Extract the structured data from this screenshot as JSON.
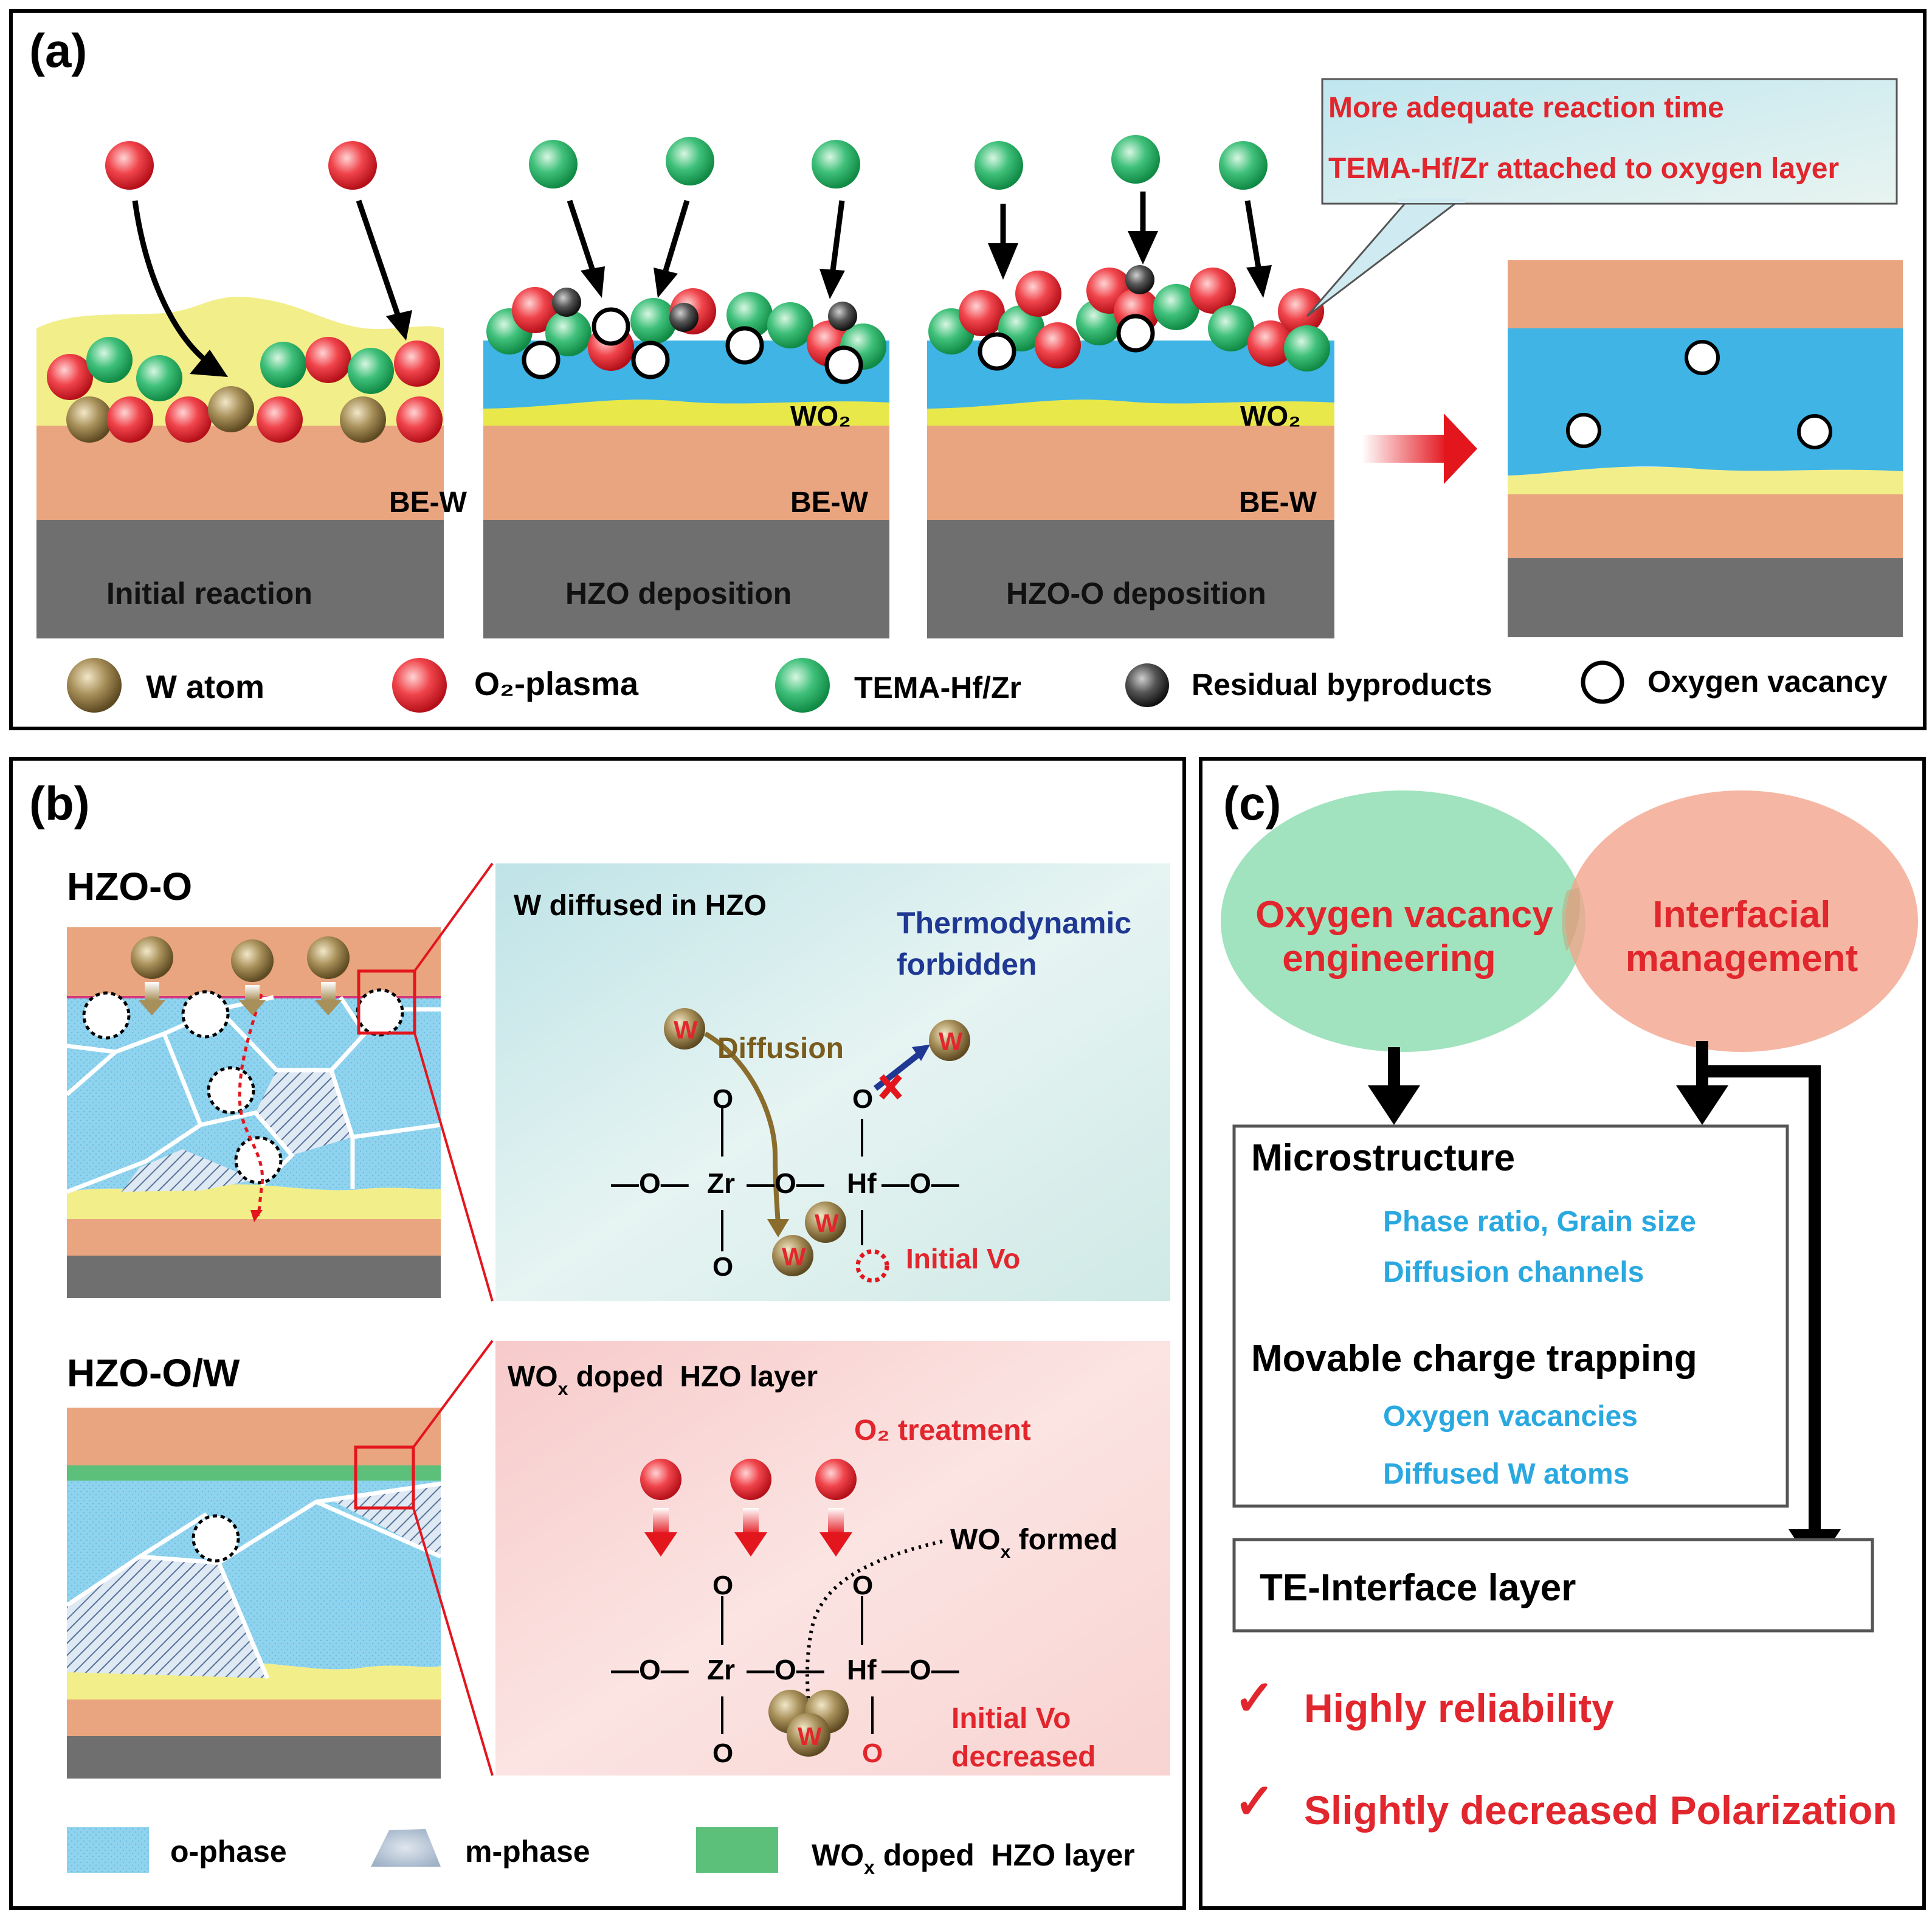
{
  "panel_a": {
    "label": "(a)",
    "callout_line1": "More adequate reaction time",
    "callout_line2": "TEMA-Hf/Zr attached to oxygen layer",
    "stack1_substrate": "BE-W",
    "stack1_caption": "Initial reaction",
    "stack2_wo2": "WO₂",
    "stack2_substrate": "BE-W",
    "stack2_caption": "HZO deposition",
    "stack3_wo2": "WO₂",
    "stack3_substrate": "BE-W",
    "stack3_caption": "HZO-O deposition",
    "legend": {
      "w_atom": "W atom",
      "o2_plasma": "O₂-plasma",
      "tema": "TEMA-Hf/Zr",
      "residual": "Residual byproducts",
      "vacancy": "Oxygen vacancy"
    }
  },
  "panel_b": {
    "label": "(b)",
    "hzo_o": "HZO-O",
    "hzo_ow": "HZO-O/W",
    "zoom1": {
      "title": "W diffused in HZO",
      "thermo_1": "Thermodynamic",
      "thermo_2": "forbidden",
      "diffusion": "Diffusion",
      "initial_vo": "Initial Vo",
      "w": "W",
      "o": "O",
      "zr": "Zr",
      "hf": "Hf",
      "dash_o": "—O—",
      "dash": "—"
    },
    "zoom2": {
      "title_pre": "WO",
      "title_sub": "x",
      "title_post": " doped  HZO layer",
      "o2_treatment": "O₂ treatment",
      "wox_pre": "WO",
      "wox_sub": "x",
      "wox_post": " formed",
      "vo_line1": "Initial Vo",
      "vo_line2": "decreased",
      "w": "W",
      "o": "O",
      "zr": "Zr",
      "hf": "Hf",
      "dash_o": "—O—",
      "dash": "—"
    },
    "legend": {
      "o_phase": "o-phase",
      "m_phase": "m-phase",
      "wox_pre": "WO",
      "wox_sub": "x",
      "wox_post": " doped  HZO layer"
    }
  },
  "panel_c": {
    "label": "(c)",
    "left_line1": "Oxygen vacancy",
    "left_line2": "engineering",
    "right_line1": "Interfacial",
    "right_line2": "management",
    "microstructure": "Microstructure",
    "phase_ratio": "Phase ratio, Grain size",
    "diffusion_channels": "Diffusion channels",
    "movable": "Movable charge trapping",
    "oxygen_vacancies": "Oxygen vacancies",
    "diffused_w": "Diffused W atoms",
    "te_interface": "TE-Interface layer",
    "check_mark": "✓",
    "result1": "Highly reliability",
    "result2": "Slightly decreased Polarization"
  },
  "colors": {
    "electrode": "#E8A57F",
    "substrate": "#6F6F6F",
    "hzo_blue": "#3FB4E5",
    "wo2_yellow": "#E8E84A",
    "initial_layer": "#F2EE8A",
    "red_text": "#E1262D",
    "blue_text": "#2AA8E0",
    "navy_text": "#1F3894",
    "o_phase": "#8FD3EE",
    "wox_green": "#5CC07A"
  }
}
